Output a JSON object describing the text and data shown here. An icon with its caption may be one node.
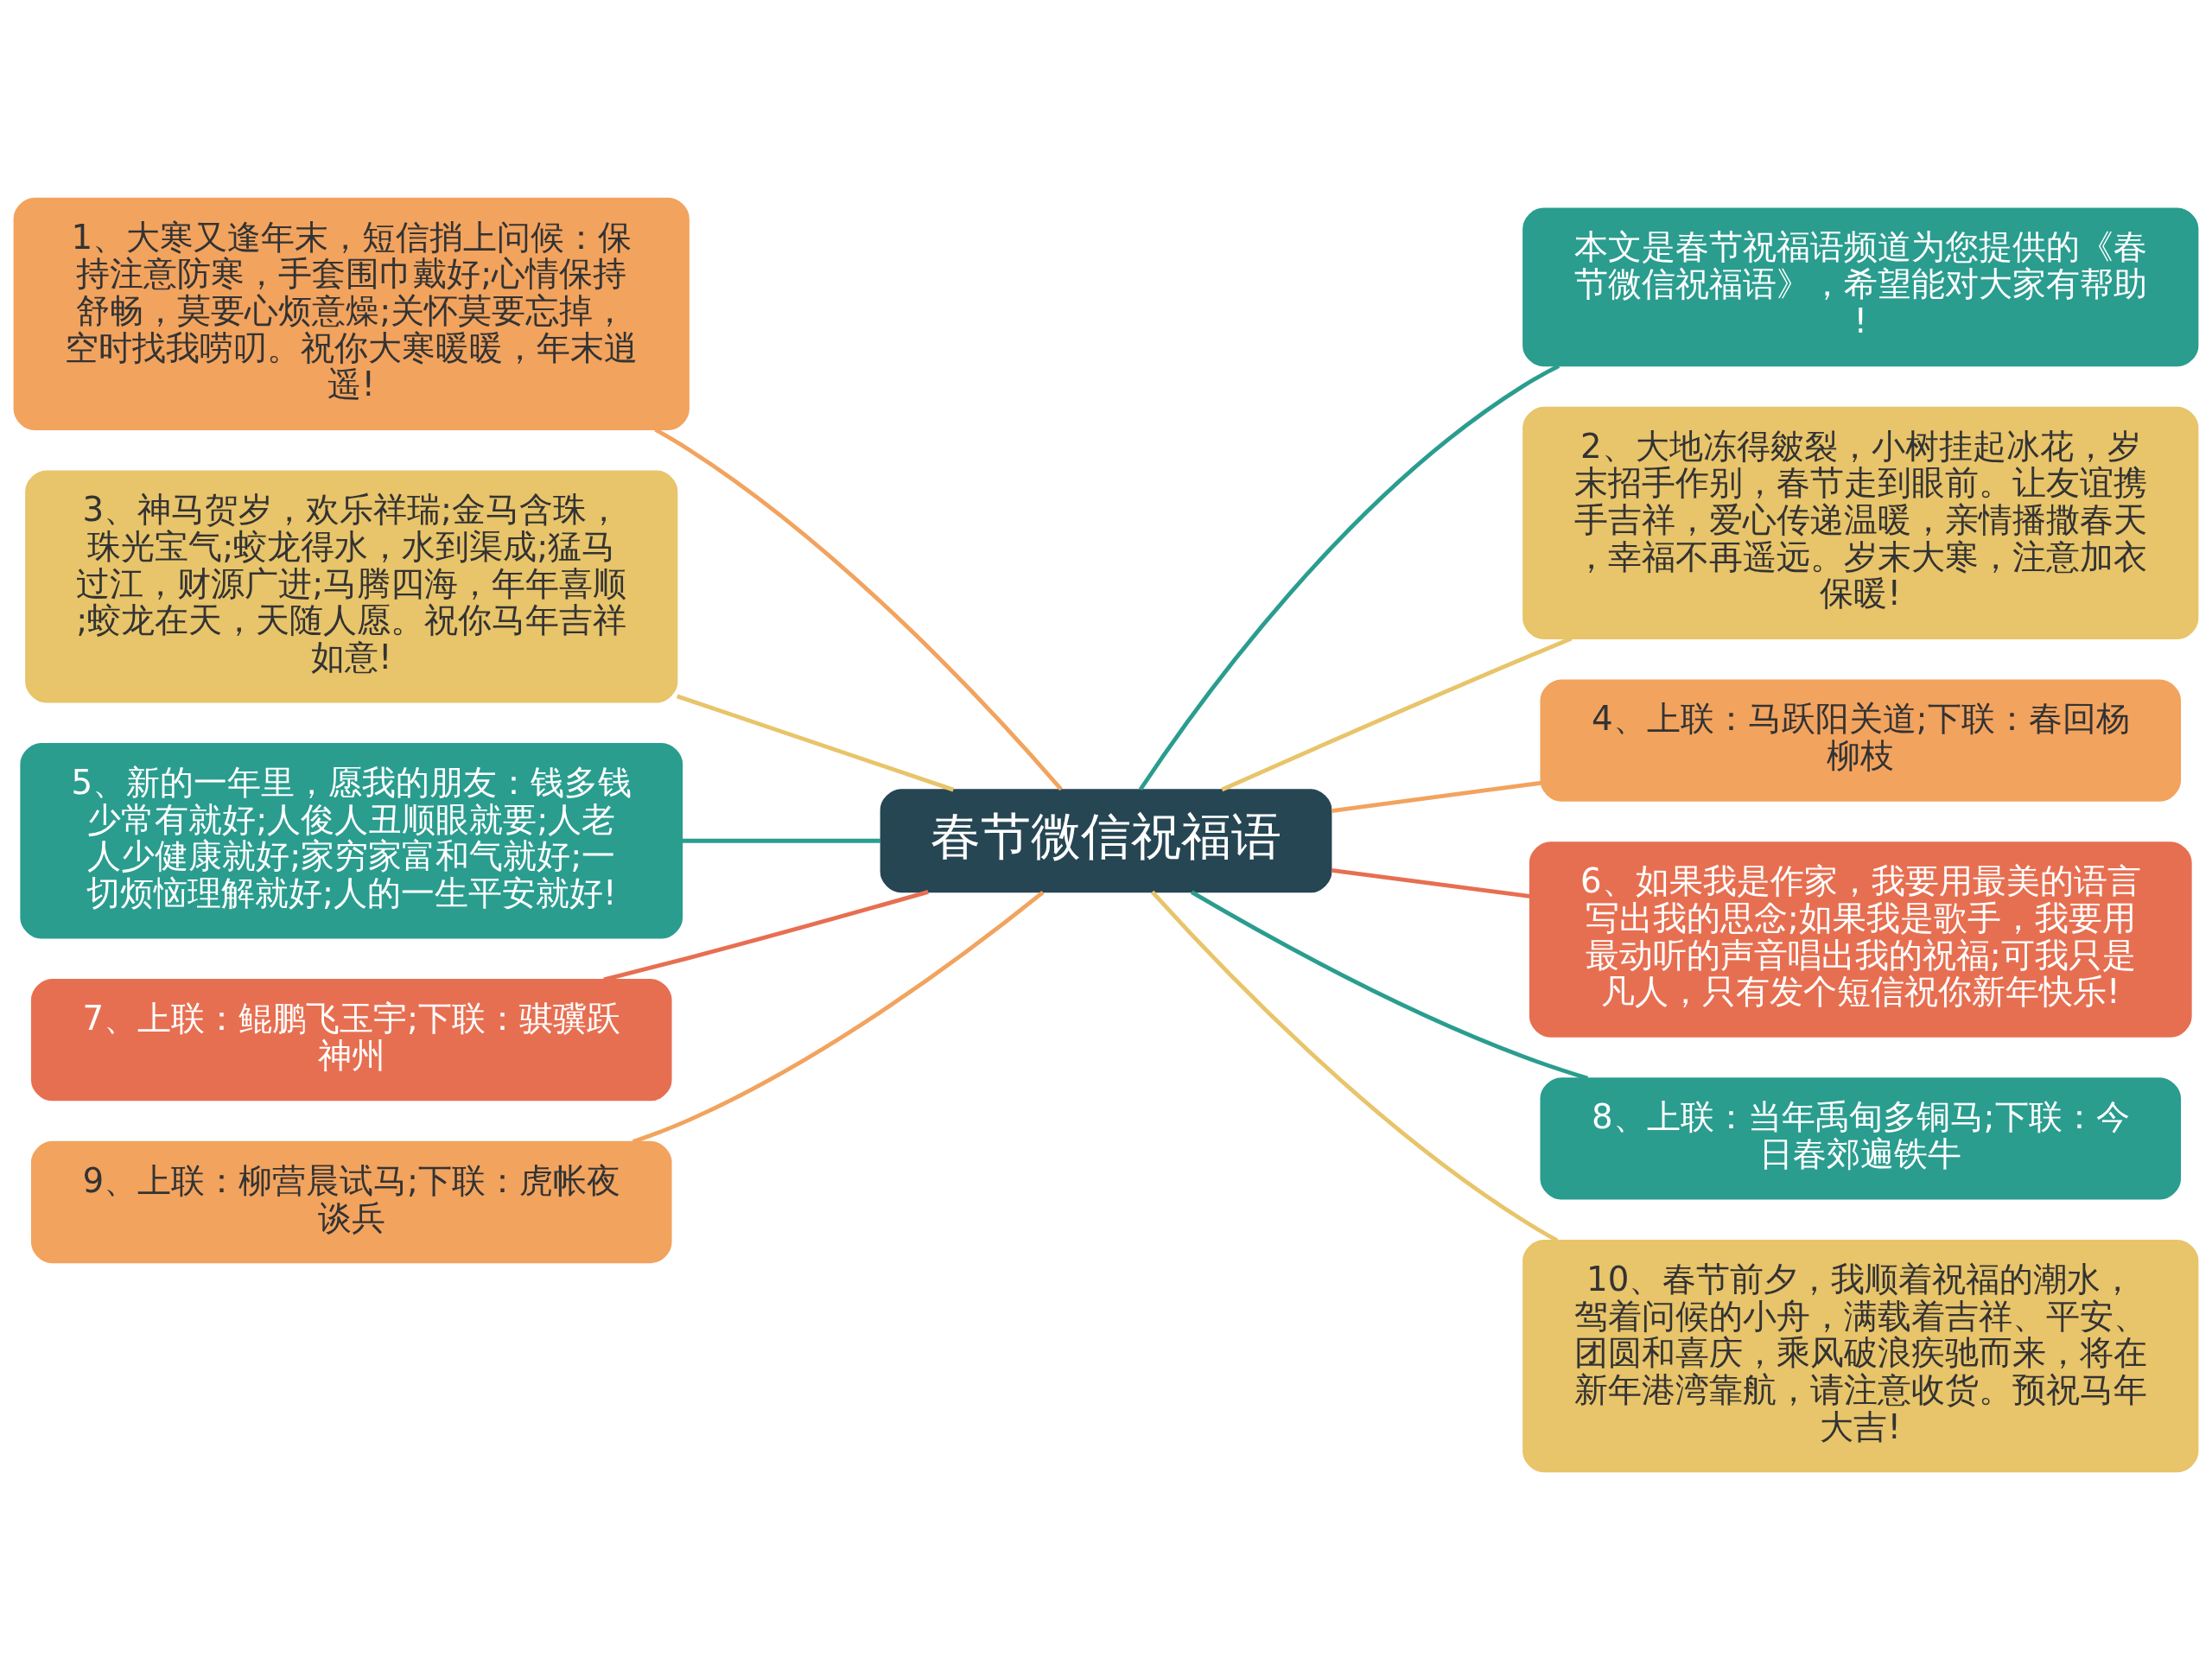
{
  "diagram": {
    "nodes": [
      {
        "text": [
          "春节微信祝福语"
        ]
      },
      {
        "text": [
          "本文是春节祝福语频道为您提供的《春节微信祝福语》，希望能对大家有帮助!"
        ]
      },
      {
        "text": [
          "1、大寒又逢年末，短信捎上问候：保持注意防寒，手套围巾戴好;心情保持舒畅，莫要心烦意燥;关怀莫要忘掉，空时找我唠叨。祝你大寒暖暖，年末逍遥!"
        ]
      },
      {
        "text": [
          "2、大地冻得皴裂，小树挂起冰花，岁末招手作别，春节走到眼前。让友谊携手吉祥，爱心传递温暖，亲情播撒春天，幸福不再遥远。岁末大寒，注意加衣保暖!"
        ]
      },
      {
        "text": [
          "3、神马贺岁，欢乐祥瑞;金马含珠，珠光宝气;蛟龙得水，水到渠成;猛马过江，财源广进;马腾四海，年年喜顺;蛟龙在天，天随人愿。祝你马年吉祥如意!"
        ]
      },
      {
        "text": [
          "4、上联：马跃阳关道;下联：春回杨柳枝"
        ]
      },
      {
        "text": [
          "5、新的一年里，愿我的朋友：钱多钱少常有就好;人俊人丑顺眼就要;人老人少健康就好;家穷家富和气就好;一切烦恼理解就好;人的一生平安就好!"
        ]
      },
      {
        "text": [
          "6、如果我是作家，我要用最美的语言写出我的思念;如果我是歌手，我要用最动听的声音唱出我的祝福;可我只是凡人，只有发个短信祝你新年快乐!"
        ]
      },
      {
        "text": [
          "7、上联：鲲鹏飞玉宇;下联：骐骥跃神州"
        ]
      },
      {
        "text": [
          "8、上联：当年禹甸多铜马;下联：今日春郊遍铁牛"
        ]
      },
      {
        "text": [
          "9、上联：柳营晨试马;下联：虎帐夜谈兵"
        ]
      },
      {
        "text": [
          "10、春节前夕，我顺着祝福的潮水，驾着问候的小舟，满载着吉祥、平安、团圆和喜庆，乘风破浪疾驰而来，将在新年港湾靠航，请注意收货。预祝马年大吉!"
        ]
      }
    ],
    "edges": [
      {
        "from": 0,
        "to": 1,
        "arrow": "none",
        "color": "#2a9d8f"
      },
      {
        "from": 0,
        "to": 2,
        "arrow": "none",
        "color": "#f2a35e"
      },
      {
        "from": 0,
        "to": 3,
        "arrow": "none",
        "color": "#e8c46a"
      },
      {
        "from": 0,
        "to": 4,
        "arrow": "none",
        "color": "#e8c46a"
      },
      {
        "from": 0,
        "to": 5,
        "arrow": "none",
        "color": "#f2a35e"
      },
      {
        "from": 0,
        "to": 6,
        "arrow": "none",
        "color": "#2a9d8f"
      },
      {
        "from": 0,
        "to": 7,
        "arrow": "none",
        "color": "#e76f51"
      },
      {
        "from": 0,
        "to": 8,
        "arrow": "none",
        "color": "#e76f51"
      },
      {
        "from": 0,
        "to": 9,
        "arrow": "none",
        "color": "#2a9d8f"
      },
      {
        "from": 0,
        "to": 10,
        "arrow": "none",
        "color": "#f2a35e"
      },
      {
        "from": 0,
        "to": 11,
        "arrow": "none",
        "color": "#e8c46a"
      }
    ]
  }
}
